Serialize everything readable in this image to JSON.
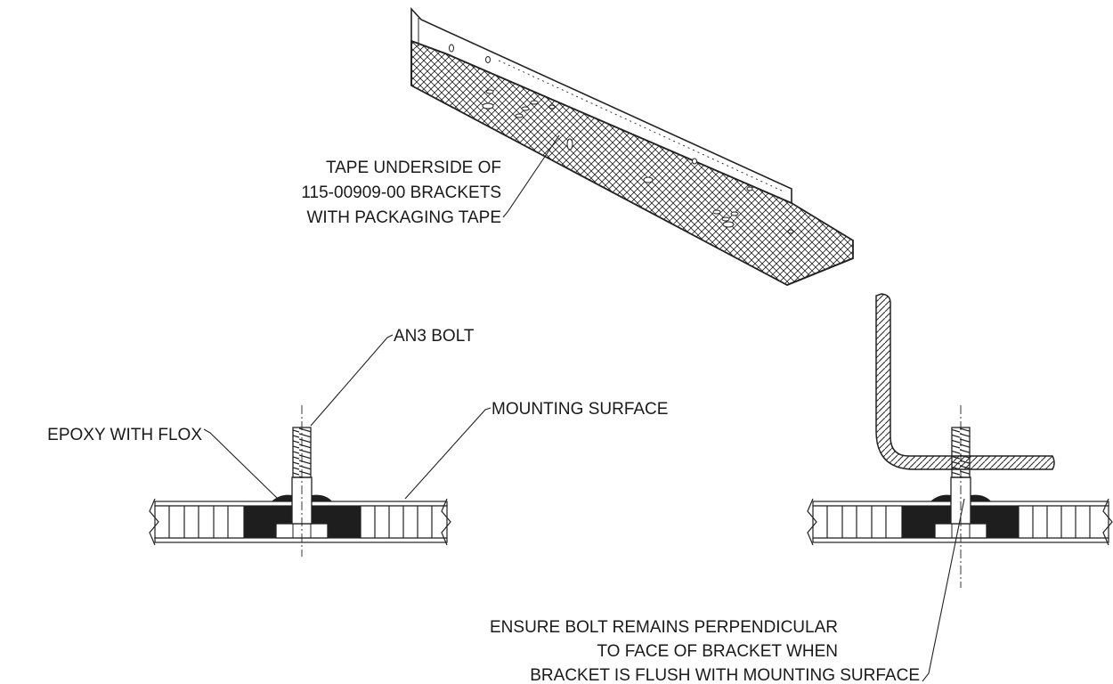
{
  "labels": {
    "tape_note": [
      "TAPE UNDERSIDE OF",
      "115-00909-00 BRACKETS",
      "WITH PACKAGING TAPE"
    ],
    "bolt": "AN3 BOLT",
    "mounting_surface": "MOUNTING SURFACE",
    "epoxy": "EPOXY WITH FLOX",
    "ensure_note": [
      "ENSURE BOLT REMAINS PERPENDICULAR",
      "TO FACE OF BRACKET WHEN",
      "BRACKET IS FLUSH WITH MOUNTING SURFACE"
    ]
  }
}
